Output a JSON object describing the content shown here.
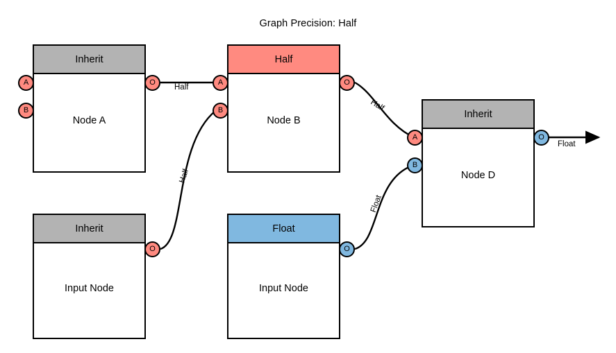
{
  "title": "Graph Precision: Half",
  "colors": {
    "inherit": "#b3b3b3",
    "half": "#ff8a80",
    "float": "#80b8e0",
    "stroke": "#000000",
    "background": "#ffffff"
  },
  "nodes": [
    {
      "id": "node-a",
      "header": "Inherit",
      "header_type": "inherit",
      "label": "Node A",
      "ports": [
        {
          "id": "a",
          "label": "A",
          "type": "half",
          "side": "left"
        },
        {
          "id": "b",
          "label": "B",
          "type": "half",
          "side": "left"
        },
        {
          "id": "o",
          "label": "O",
          "type": "half",
          "side": "right"
        }
      ]
    },
    {
      "id": "node-b",
      "header": "Half",
      "header_type": "half",
      "label": "Node B",
      "ports": [
        {
          "id": "a",
          "label": "A",
          "type": "half",
          "side": "left"
        },
        {
          "id": "b",
          "label": "B",
          "type": "half",
          "side": "left"
        },
        {
          "id": "o",
          "label": "O",
          "type": "half",
          "side": "right"
        }
      ]
    },
    {
      "id": "node-d",
      "header": "Inherit",
      "header_type": "inherit",
      "label": "Node D",
      "ports": [
        {
          "id": "a",
          "label": "A",
          "type": "half",
          "side": "left"
        },
        {
          "id": "b",
          "label": "B",
          "type": "float",
          "side": "left"
        },
        {
          "id": "o",
          "label": "O",
          "type": "float",
          "side": "right"
        }
      ]
    },
    {
      "id": "input-node-left",
      "header": "Inherit",
      "header_type": "inherit",
      "label": "Input Node",
      "ports": [
        {
          "id": "o",
          "label": "O",
          "type": "half",
          "side": "right"
        }
      ]
    },
    {
      "id": "input-node-middle",
      "header": "Float",
      "header_type": "float",
      "label": "Input Node",
      "ports": [
        {
          "id": "o",
          "label": "O",
          "type": "float",
          "side": "right"
        }
      ]
    }
  ],
  "edges": [
    {
      "id": "edge-a-to-b-a",
      "label": "Half",
      "from": "node-a.o",
      "to": "node-b.a"
    },
    {
      "id": "edge-inputleft-to-b-b",
      "label": "Half",
      "from": "input-node-left.o",
      "to": "node-b.b"
    },
    {
      "id": "edge-b-to-d-a",
      "label": "Half",
      "from": "node-b.o",
      "to": "node-d.a"
    },
    {
      "id": "edge-inputmiddle-to-d-b",
      "label": "Float",
      "from": "input-node-middle.o",
      "to": "node-d.b"
    },
    {
      "id": "edge-d-output",
      "label": "Float",
      "from": "node-d.o",
      "to": "graph-output"
    }
  ]
}
